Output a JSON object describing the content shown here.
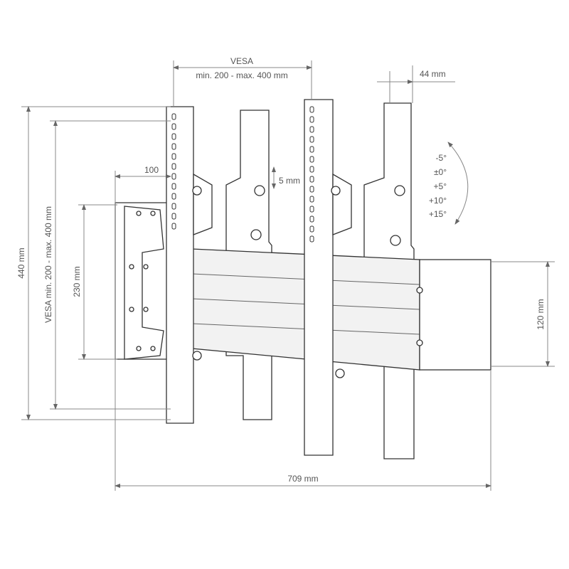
{
  "dimensions": {
    "vesa_top_title": "VESA",
    "vesa_top_range": "min. 200 - max. 400 mm",
    "width_44": "44 mm",
    "height_440": "440 mm",
    "vesa_vertical": "VESA min. 200 - max. 400 mm",
    "height_230": "230 mm",
    "offset_100": "100",
    "adjust_5": "5 mm",
    "beam_120": "120 mm",
    "total_709": "709 mm"
  },
  "tilt_angles": [
    "-5°",
    "±0°",
    "+5°",
    "+10°",
    "+15°"
  ]
}
